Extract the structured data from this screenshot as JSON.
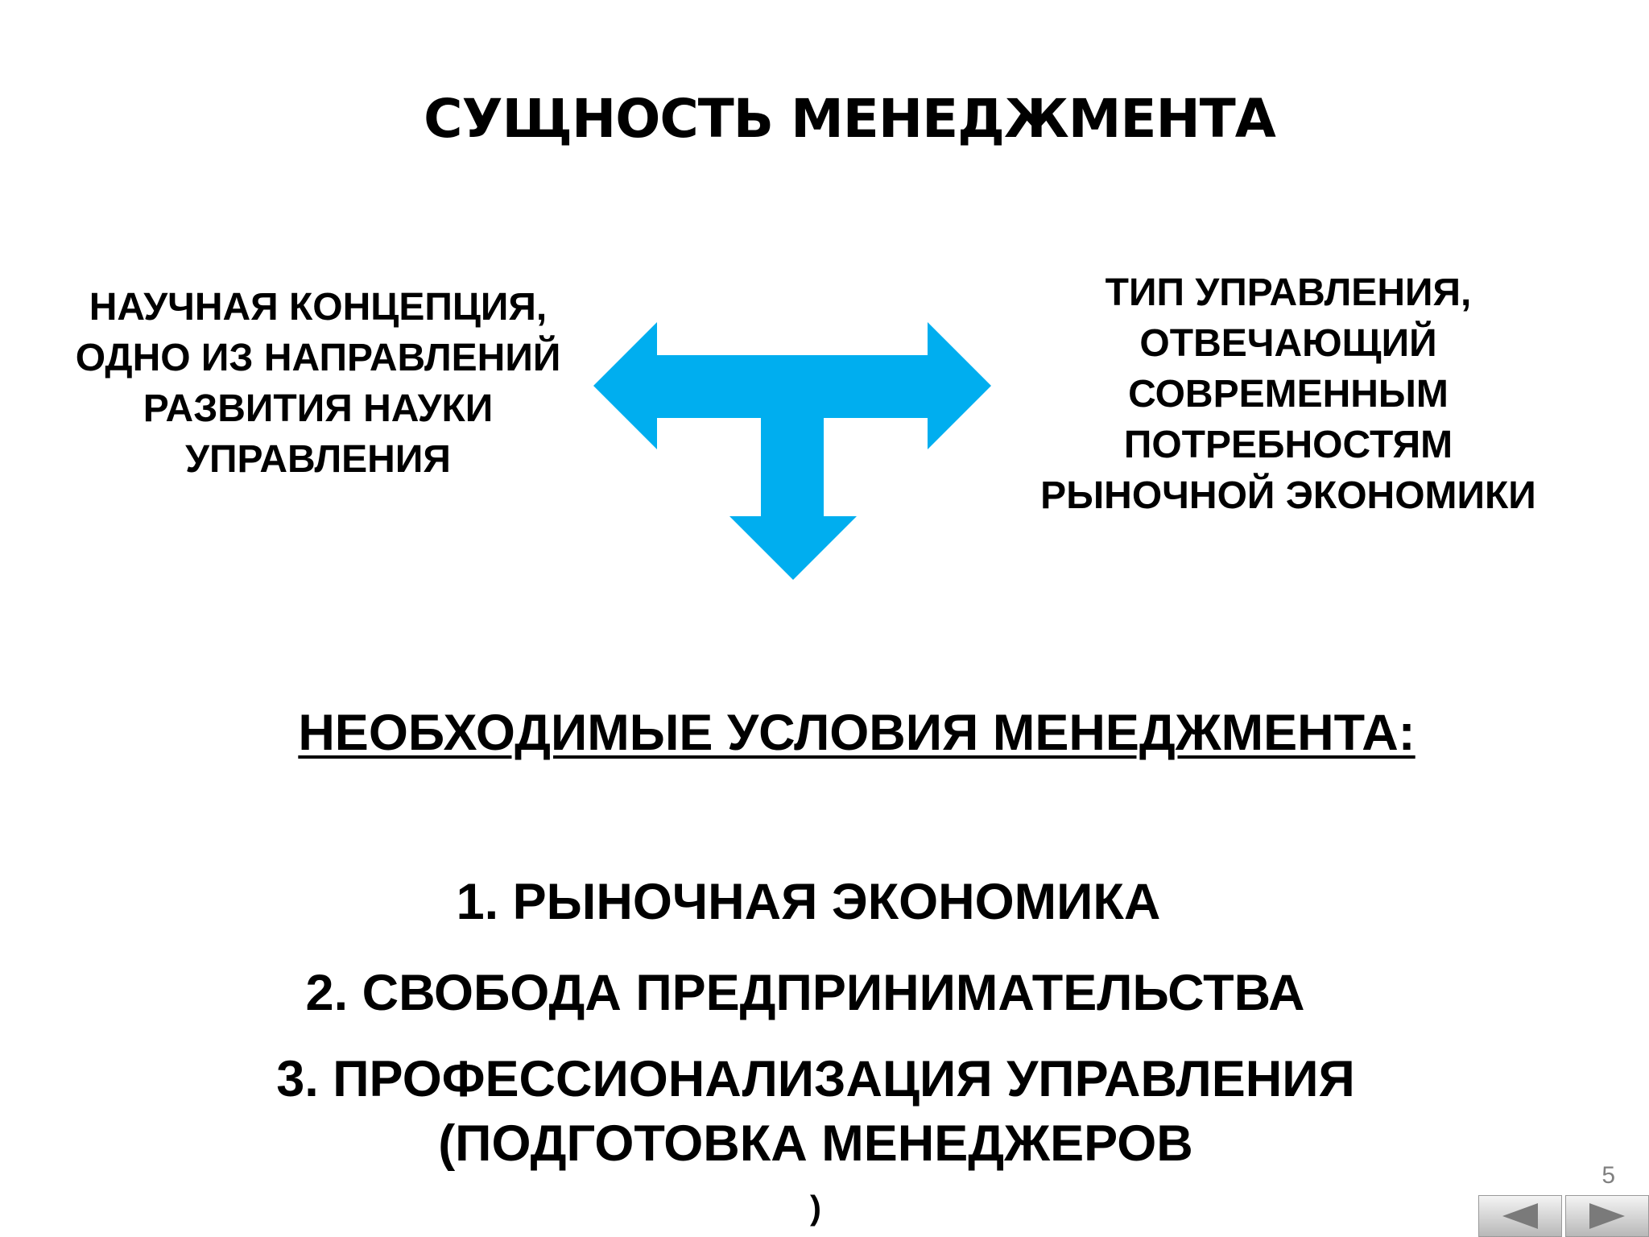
{
  "slide": {
    "title": "СУЩНОСТЬ МЕНЕДЖМЕНТА",
    "left_concept": {
      "lines": [
        "НАУЧНАЯ КОНЦЕПЦИЯ,",
        "ОДНО ИЗ НАПРАВЛЕНИЙ",
        "РАЗВИТИЯ НАУКИ",
        "УПРАВЛЕНИЯ"
      ]
    },
    "right_concept": {
      "lines": [
        "ТИП УПРАВЛЕНИЯ,",
        "ОТВЕЧАЮЩИЙ",
        "СОВРЕМЕННЫМ",
        "ПОТРЕБНОСТЯМ",
        "РЫНОЧНОЙ ЭКОНОМИКИ"
      ]
    },
    "arrow_color": "#00AEEF",
    "conditions": {
      "heading": "НЕОБХОДИМЫЕ УСЛОВИЯ МЕНЕДЖМЕНТА:",
      "item1": "1. РЫНОЧНАЯ ЭКОНОМИКА",
      "item2": "2. СВОБОДА ПРЕДПРИНИМАТЕЛЬСТВА",
      "item3_line1": "3. ПРОФЕССИОНАЛИЗАЦИЯ УПРАВЛЕНИЯ",
      "item3_line2": "(ПОДГОТОВКА МЕНЕДЖЕРОВ",
      "item3_close": ")"
    },
    "page_number": "5"
  },
  "navigation": {
    "prev_icon": "triangle-left-icon",
    "next_icon": "triangle-right-icon"
  }
}
